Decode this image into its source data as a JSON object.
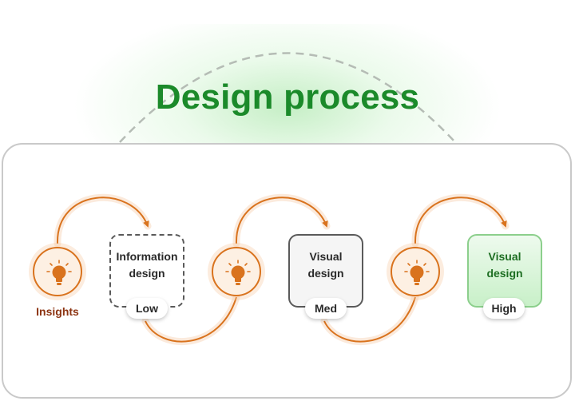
{
  "title": "Design process",
  "input": {
    "label": "Insights"
  },
  "stages": [
    {
      "name_line1": "Information",
      "name_line2": "design",
      "fidelity": "Low"
    },
    {
      "name_line1": "Visual",
      "name_line2": "design",
      "fidelity": "Med"
    },
    {
      "name_line1": "Visual",
      "name_line2": "design",
      "fidelity": "High"
    }
  ],
  "icons": {
    "insight": "lightbulb-icon"
  },
  "colors": {
    "title": "#1b8a2a",
    "arrow": "#d9731e",
    "insight_fill": "#fdf0e3",
    "insights_label": "#8c3412",
    "high_fill": "#c8f0c8"
  }
}
